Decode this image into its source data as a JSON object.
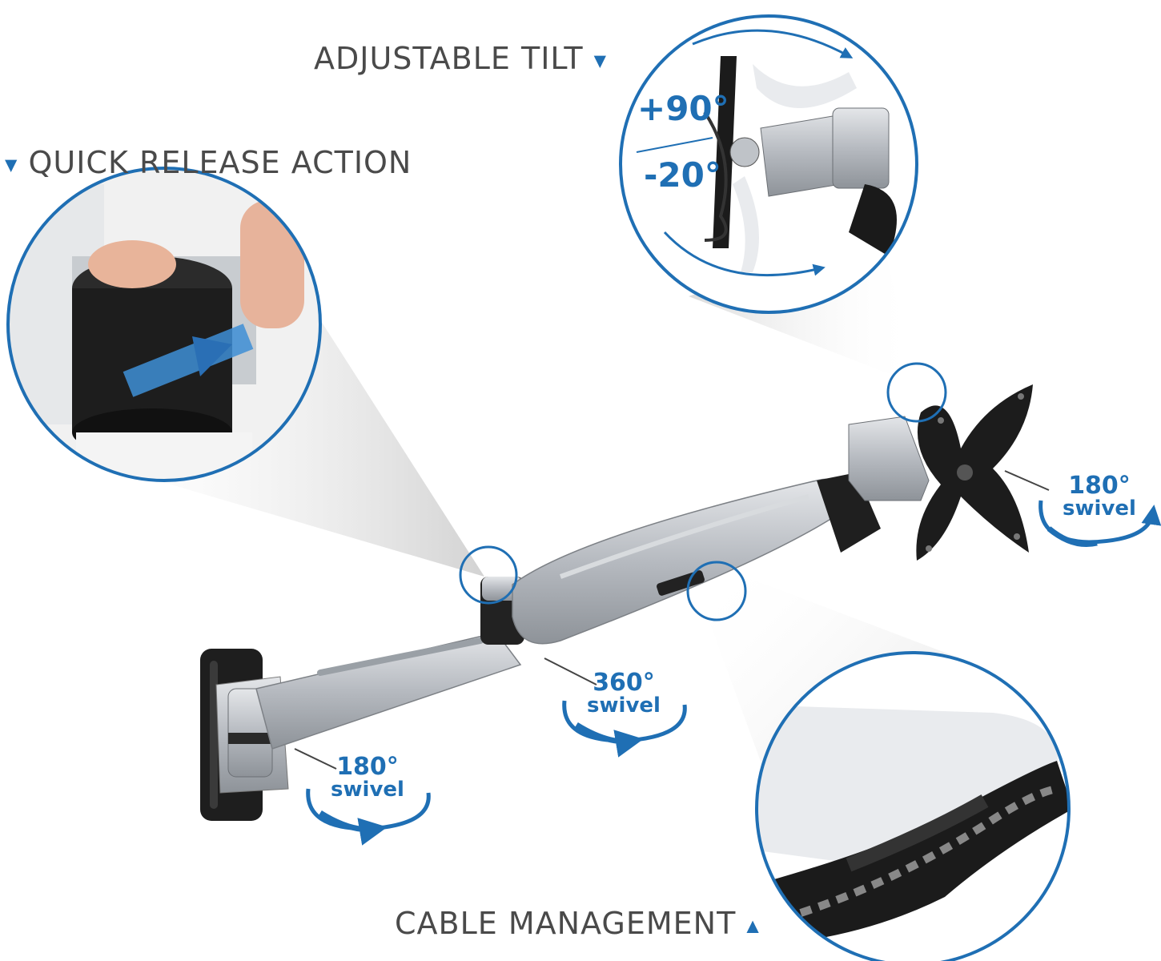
{
  "labels": {
    "adjustable_tilt": "ADJUSTABLE TILT",
    "quick_release": "QUICK RELEASE ACTION",
    "cable_management": "CABLE MANAGEMENT"
  },
  "tilt": {
    "up": "+90°",
    "down": "-20°"
  },
  "swivels": {
    "monitor": {
      "degrees": "180°",
      "word": "swivel"
    },
    "elbow": {
      "degrees": "360°",
      "word": "swivel"
    },
    "wall": {
      "degrees": "180°",
      "word": "swivel"
    }
  },
  "colors": {
    "accent": "#1f6fb4",
    "text": "#4a4a4a",
    "silver": "#b8bcc2",
    "black": "#1c1c1c"
  },
  "icons": {
    "pointer": "triangle"
  }
}
